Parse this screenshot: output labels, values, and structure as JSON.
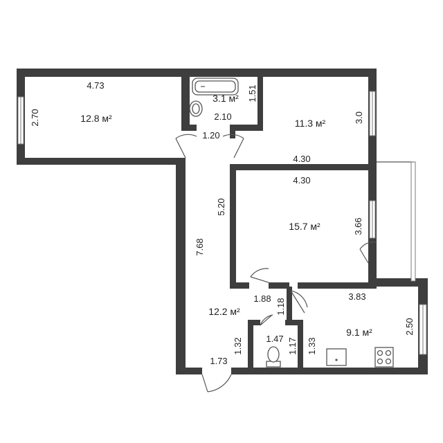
{
  "rooms": {
    "room_left": {
      "area": "12.8 м²",
      "width": "4.73",
      "height": "2.70"
    },
    "bathroom": {
      "area": "3.1 м²",
      "width": "2.10",
      "height": "1.51"
    },
    "room_top_right": {
      "area": "11.3 м²",
      "width": "4.30",
      "height": "3.0"
    },
    "room_center": {
      "area": "15.7 м²",
      "width": "4.30",
      "height": "3.66",
      "side": "5.20"
    },
    "hall": {
      "area": "12.2 м²",
      "length": "7.68",
      "door": "1.20",
      "width": "1.88",
      "nook": "1.18",
      "exit_depth": "1.32",
      "entry": "1.73"
    },
    "toilet": {
      "width": "1.47",
      "height": "1.17"
    },
    "kitchen": {
      "area": "9.1 м²",
      "width": "3.83",
      "height": "2.50",
      "side": "1.33"
    }
  },
  "colors": {
    "wall": "#3e3e3e",
    "background": "#ffffff",
    "text": "#1e1e1e"
  },
  "icons": [
    "bathtub-icon",
    "sink-icon",
    "toilet-icon",
    "kitchen-sink-icon",
    "stove-icon"
  ]
}
